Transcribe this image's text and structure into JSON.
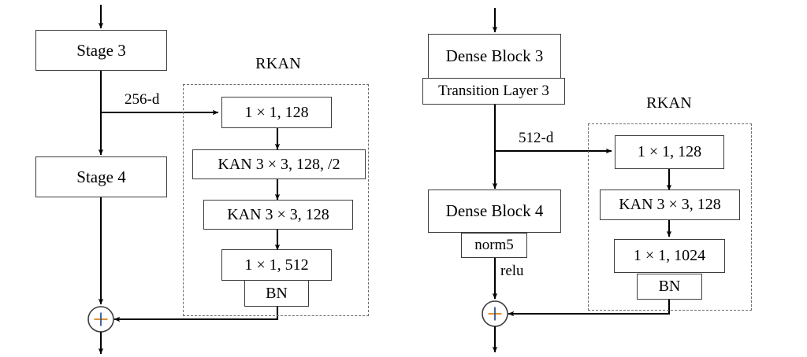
{
  "figure": {
    "type": "diagram",
    "description": "Two residual KAN (RKAN) branch architecture diagrams",
    "panels": [
      {
        "id": "left-panel",
        "backbone_name": "ResNet-style stages",
        "blocks": [
          {
            "name": "stage-3",
            "label": "Stage 3"
          },
          {
            "name": "stage-4",
            "label": "Stage 4"
          }
        ],
        "branch_label": "256-d",
        "group_title": "RKAN",
        "branch_blocks": [
          {
            "name": "conv-1x1-128",
            "label": "1 × 1, 128"
          },
          {
            "name": "kan-3x3-128-stride2",
            "label": "KAN 3 × 3, 128, /2"
          },
          {
            "name": "kan-3x3-128",
            "label": "KAN 3 × 3, 128"
          },
          {
            "name": "conv-1x1-512",
            "label": "1 × 1, 512"
          },
          {
            "name": "batch-norm",
            "label": "BN"
          }
        ],
        "merge_symbol": "+"
      },
      {
        "id": "right-panel",
        "backbone_name": "DenseNet-style blocks",
        "blocks": [
          {
            "name": "dense-block-3",
            "label": "Dense Block 3"
          },
          {
            "name": "transition-layer-3",
            "label": "Transition Layer 3"
          },
          {
            "name": "dense-block-4",
            "label": "Dense Block 4"
          },
          {
            "name": "norm5",
            "label": "norm5"
          }
        ],
        "branch_label": "512-d",
        "activation_label": "relu",
        "group_title": "RKAN",
        "branch_blocks": [
          {
            "name": "conv-1x1-128",
            "label": "1 × 1, 128"
          },
          {
            "name": "kan-3x3-128",
            "label": "KAN 3 × 3, 128"
          },
          {
            "name": "conv-1x1-1024",
            "label": "1 × 1, 1024"
          },
          {
            "name": "batch-norm",
            "label": "BN"
          }
        ],
        "merge_symbol": "+"
      }
    ],
    "colors": {
      "stroke": "#3c3c3c",
      "line": "#000000",
      "dashed": "#6b6b6b",
      "background": "#ffffff"
    }
  }
}
